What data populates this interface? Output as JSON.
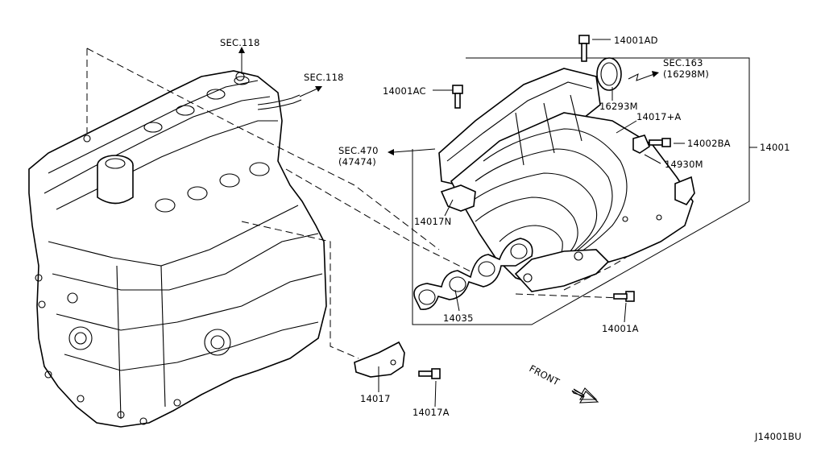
{
  "diagram_code": "J14001BU",
  "direction_label": "FRONT",
  "references": {
    "sec_118_top": "SEC.118",
    "sec_118_right": "SEC.118",
    "sec_163": "SEC.163",
    "sec_163_sub": "(16298M)",
    "sec_470": "SEC.470",
    "sec_470_sub": "(47474)"
  },
  "parts": {
    "p14001AD": "14001AD",
    "p14001AC": "14001AC",
    "p16293M": "16293M",
    "p14017A_plus": "14017+A",
    "p14002BA": "14002BA",
    "p14001": "14001",
    "p14930M": "14930M",
    "p14017N": "14017N",
    "p14035": "14035",
    "p14001A": "14001A",
    "p14017": "14017",
    "p14017A": "14017A"
  }
}
